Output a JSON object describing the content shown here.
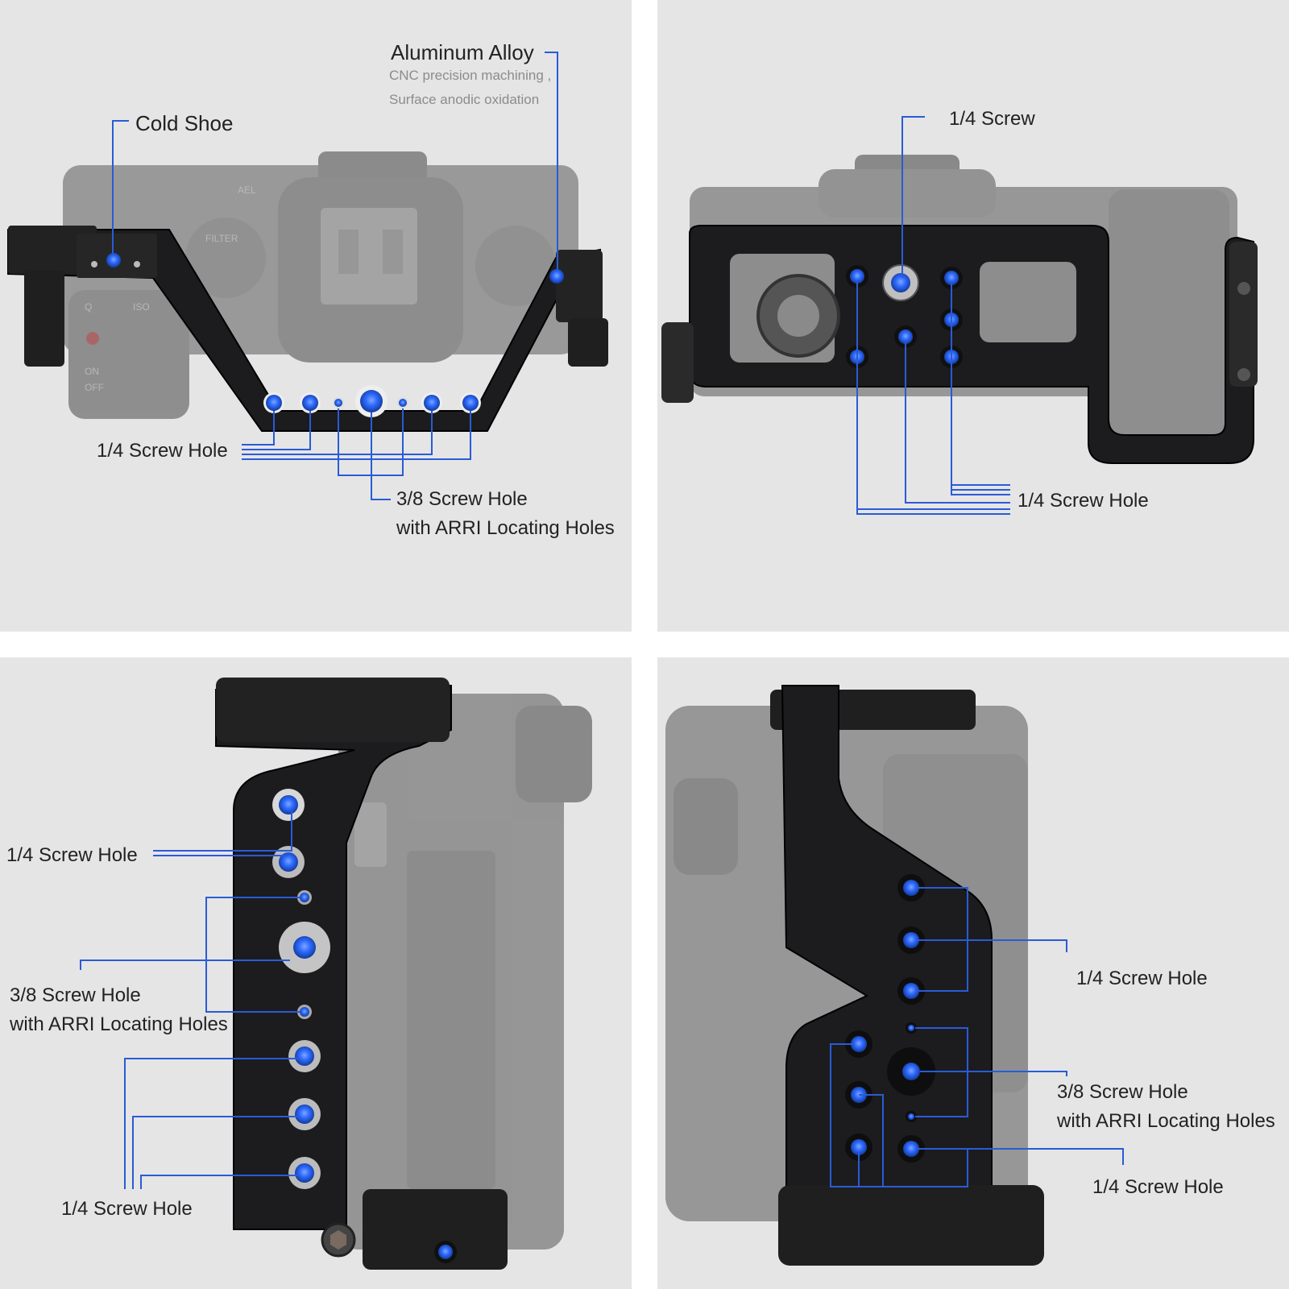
{
  "palette": {
    "panel_bg": "#e5e5e5",
    "gutter": "#ffffff",
    "cage_metal": "#1c1c1e",
    "camera_gray": "#8a8a8a",
    "callout_blue": "#2a5bd7",
    "hole_blue": "#2f6bff",
    "label_text": "#222222",
    "sub_text": "#8c8c8c"
  },
  "panels": {
    "top_left": {
      "view": "top view of camera cage",
      "labels": {
        "cold_shoe": "Cold Shoe",
        "aluminum_alloy": "Aluminum Alloy",
        "aluminum_desc_1": "CNC precision machining ,",
        "aluminum_desc_2": "Surface anodic oxidation",
        "screw_quarter": "1/4  Screw Hole",
        "screw_38_1": "3/8 Screw Hole",
        "screw_38_2": "with ARRI Locating Holes"
      }
    },
    "top_right": {
      "view": "bottom view of camera cage",
      "labels": {
        "screw_quarter_top": "1/4 Screw",
        "screw_quarter_hole": "1/4  Screw Hole"
      }
    },
    "bottom_left": {
      "view": "left side view of camera cage",
      "labels": {
        "screw_quarter_top": "1/4  Screw Hole",
        "screw_38_1": "3/8 Screw Hole",
        "screw_38_2": "with ARRI Locating Holes",
        "screw_quarter_bottom": "1/4  Screw Hole"
      }
    },
    "bottom_right": {
      "view": "right side view of camera cage",
      "labels": {
        "screw_quarter_top": "1/4  Screw Hole",
        "screw_38_1": "3/8 Screw Hole",
        "screw_38_2": "with ARRI Locating Holes",
        "screw_quarter_bottom": "1/4  Screw Hole"
      }
    }
  }
}
